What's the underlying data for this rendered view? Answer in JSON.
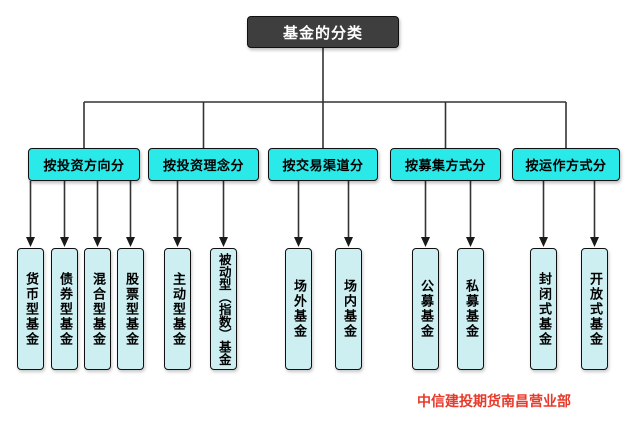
{
  "root": {
    "label": "基金的分类"
  },
  "groups": [
    {
      "label": "按投资方向分",
      "children": [
        "货币型基金",
        "债券型基金",
        "混合型基金",
        "股票型基金"
      ]
    },
    {
      "label": "按投资理念分",
      "children": [
        "主动型基金",
        "被动型（指数）基金"
      ]
    },
    {
      "label": "按交易渠道分",
      "children": [
        "场外基金",
        "场内基金"
      ]
    },
    {
      "label": "按募集方式分",
      "children": [
        "公募基金",
        "私募基金"
      ]
    },
    {
      "label": "按运作方式分",
      "children": [
        "封闭式基金",
        "开放式基金"
      ]
    }
  ],
  "footer": {
    "text": "中信建投期货南昌营业部"
  },
  "colors": {
    "root_fill": "#3e3e3e",
    "category_fill": "#29e9e9",
    "leaf_fill": "#cdeff2",
    "line": "#333333",
    "footer_text": "#e8392a"
  }
}
